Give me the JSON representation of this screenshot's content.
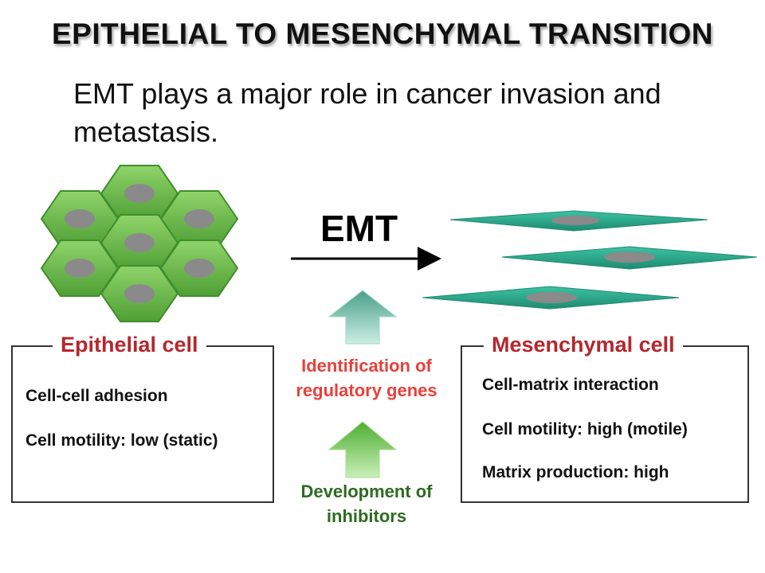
{
  "title": "EPITHELIAL TO MESENCHYMAL TRANSITION",
  "subtitle": "EMT plays a major role in cancer invasion and metastasis.",
  "process_label": "EMT",
  "epithelial": {
    "title": "Epithelial cell",
    "properties": [
      "Cell-cell adhesion",
      "Cell motility: low (static)"
    ]
  },
  "mesenchymal": {
    "title": "Mesenchymal cell",
    "properties": [
      "Cell-matrix interaction",
      "Cell motility: high (motile)",
      "Matrix production: high"
    ]
  },
  "center": {
    "regulatory_line1": "Identification of",
    "regulatory_line2": "regulatory genes",
    "inhibitor_line1": "Development of",
    "inhibitor_line2": "inhibitors"
  },
  "colors": {
    "cell_green": "#6fbf4a",
    "cell_green_dark": "#3f8f2c",
    "spindle_teal": "#2aa48a",
    "nucleus_gray": "#8a8a8a",
    "title_red": "#b5272d",
    "gene_red": "#e8403a",
    "inhibitor_green": "#2f6a22",
    "arrow_teal": "#5cb8a0",
    "arrow_green": "#6cc24a"
  }
}
